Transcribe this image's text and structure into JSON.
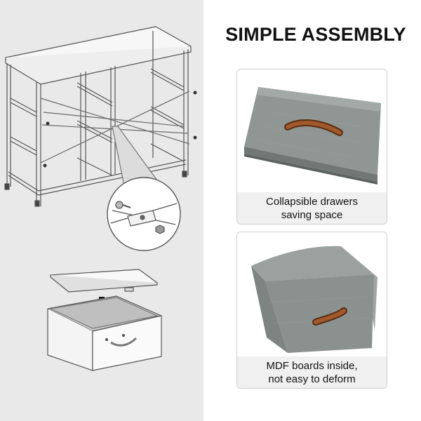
{
  "heading": "SIMPLE ASSEMBLY",
  "features": [
    {
      "caption_line1": "Collapsible drawers",
      "caption_line2": "saving space"
    },
    {
      "caption_line1": "MDF boards inside,",
      "caption_line2": "not easy to deform"
    }
  ],
  "colors": {
    "left_panel_bg": "#e9e9e9",
    "fabric_gray": "#8e9593",
    "handle_brown": "#8a4a24",
    "caption_bg": "#f0f0f0"
  }
}
